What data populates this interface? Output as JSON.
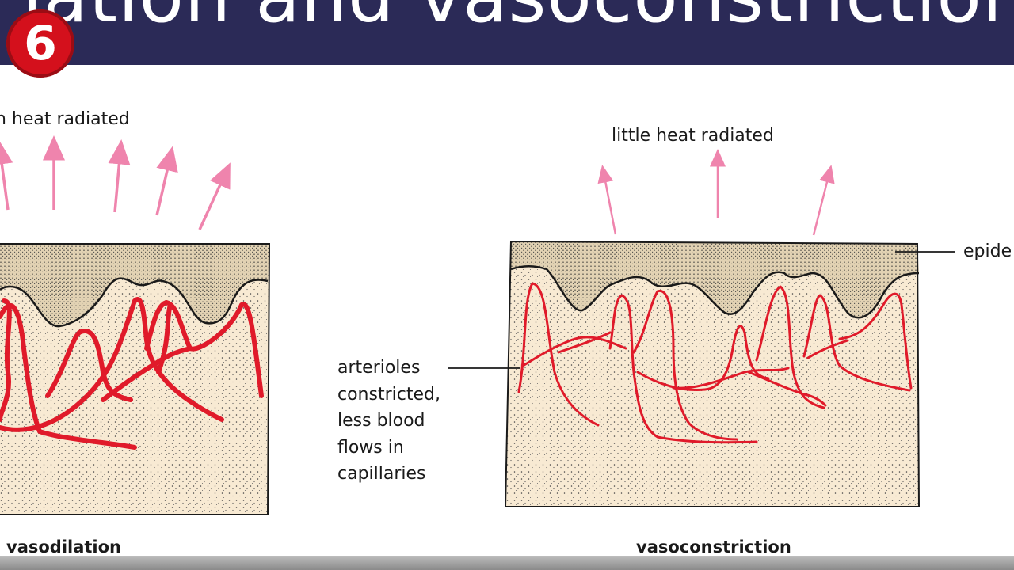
{
  "header": {
    "title": "lation and vasoconstriction",
    "logo_text": "6"
  },
  "labels": {
    "left_heat": "h heat radiated",
    "right_heat": "little heat radiated",
    "epidermis": "epide",
    "arterioles_lines": [
      "arterioles",
      "constricted,",
      "less blood",
      "flows in",
      "capillaries"
    ],
    "left_caption": "vasodilation",
    "right_caption": "vasoconstriction"
  },
  "colors": {
    "title_bar": "#2b2a57",
    "logo": "#d4101c",
    "skin": "#f8ead3",
    "epidermis": "#e2d2b3",
    "vessel": "#e01a2a",
    "heat_arrow": "#ef84ad"
  }
}
